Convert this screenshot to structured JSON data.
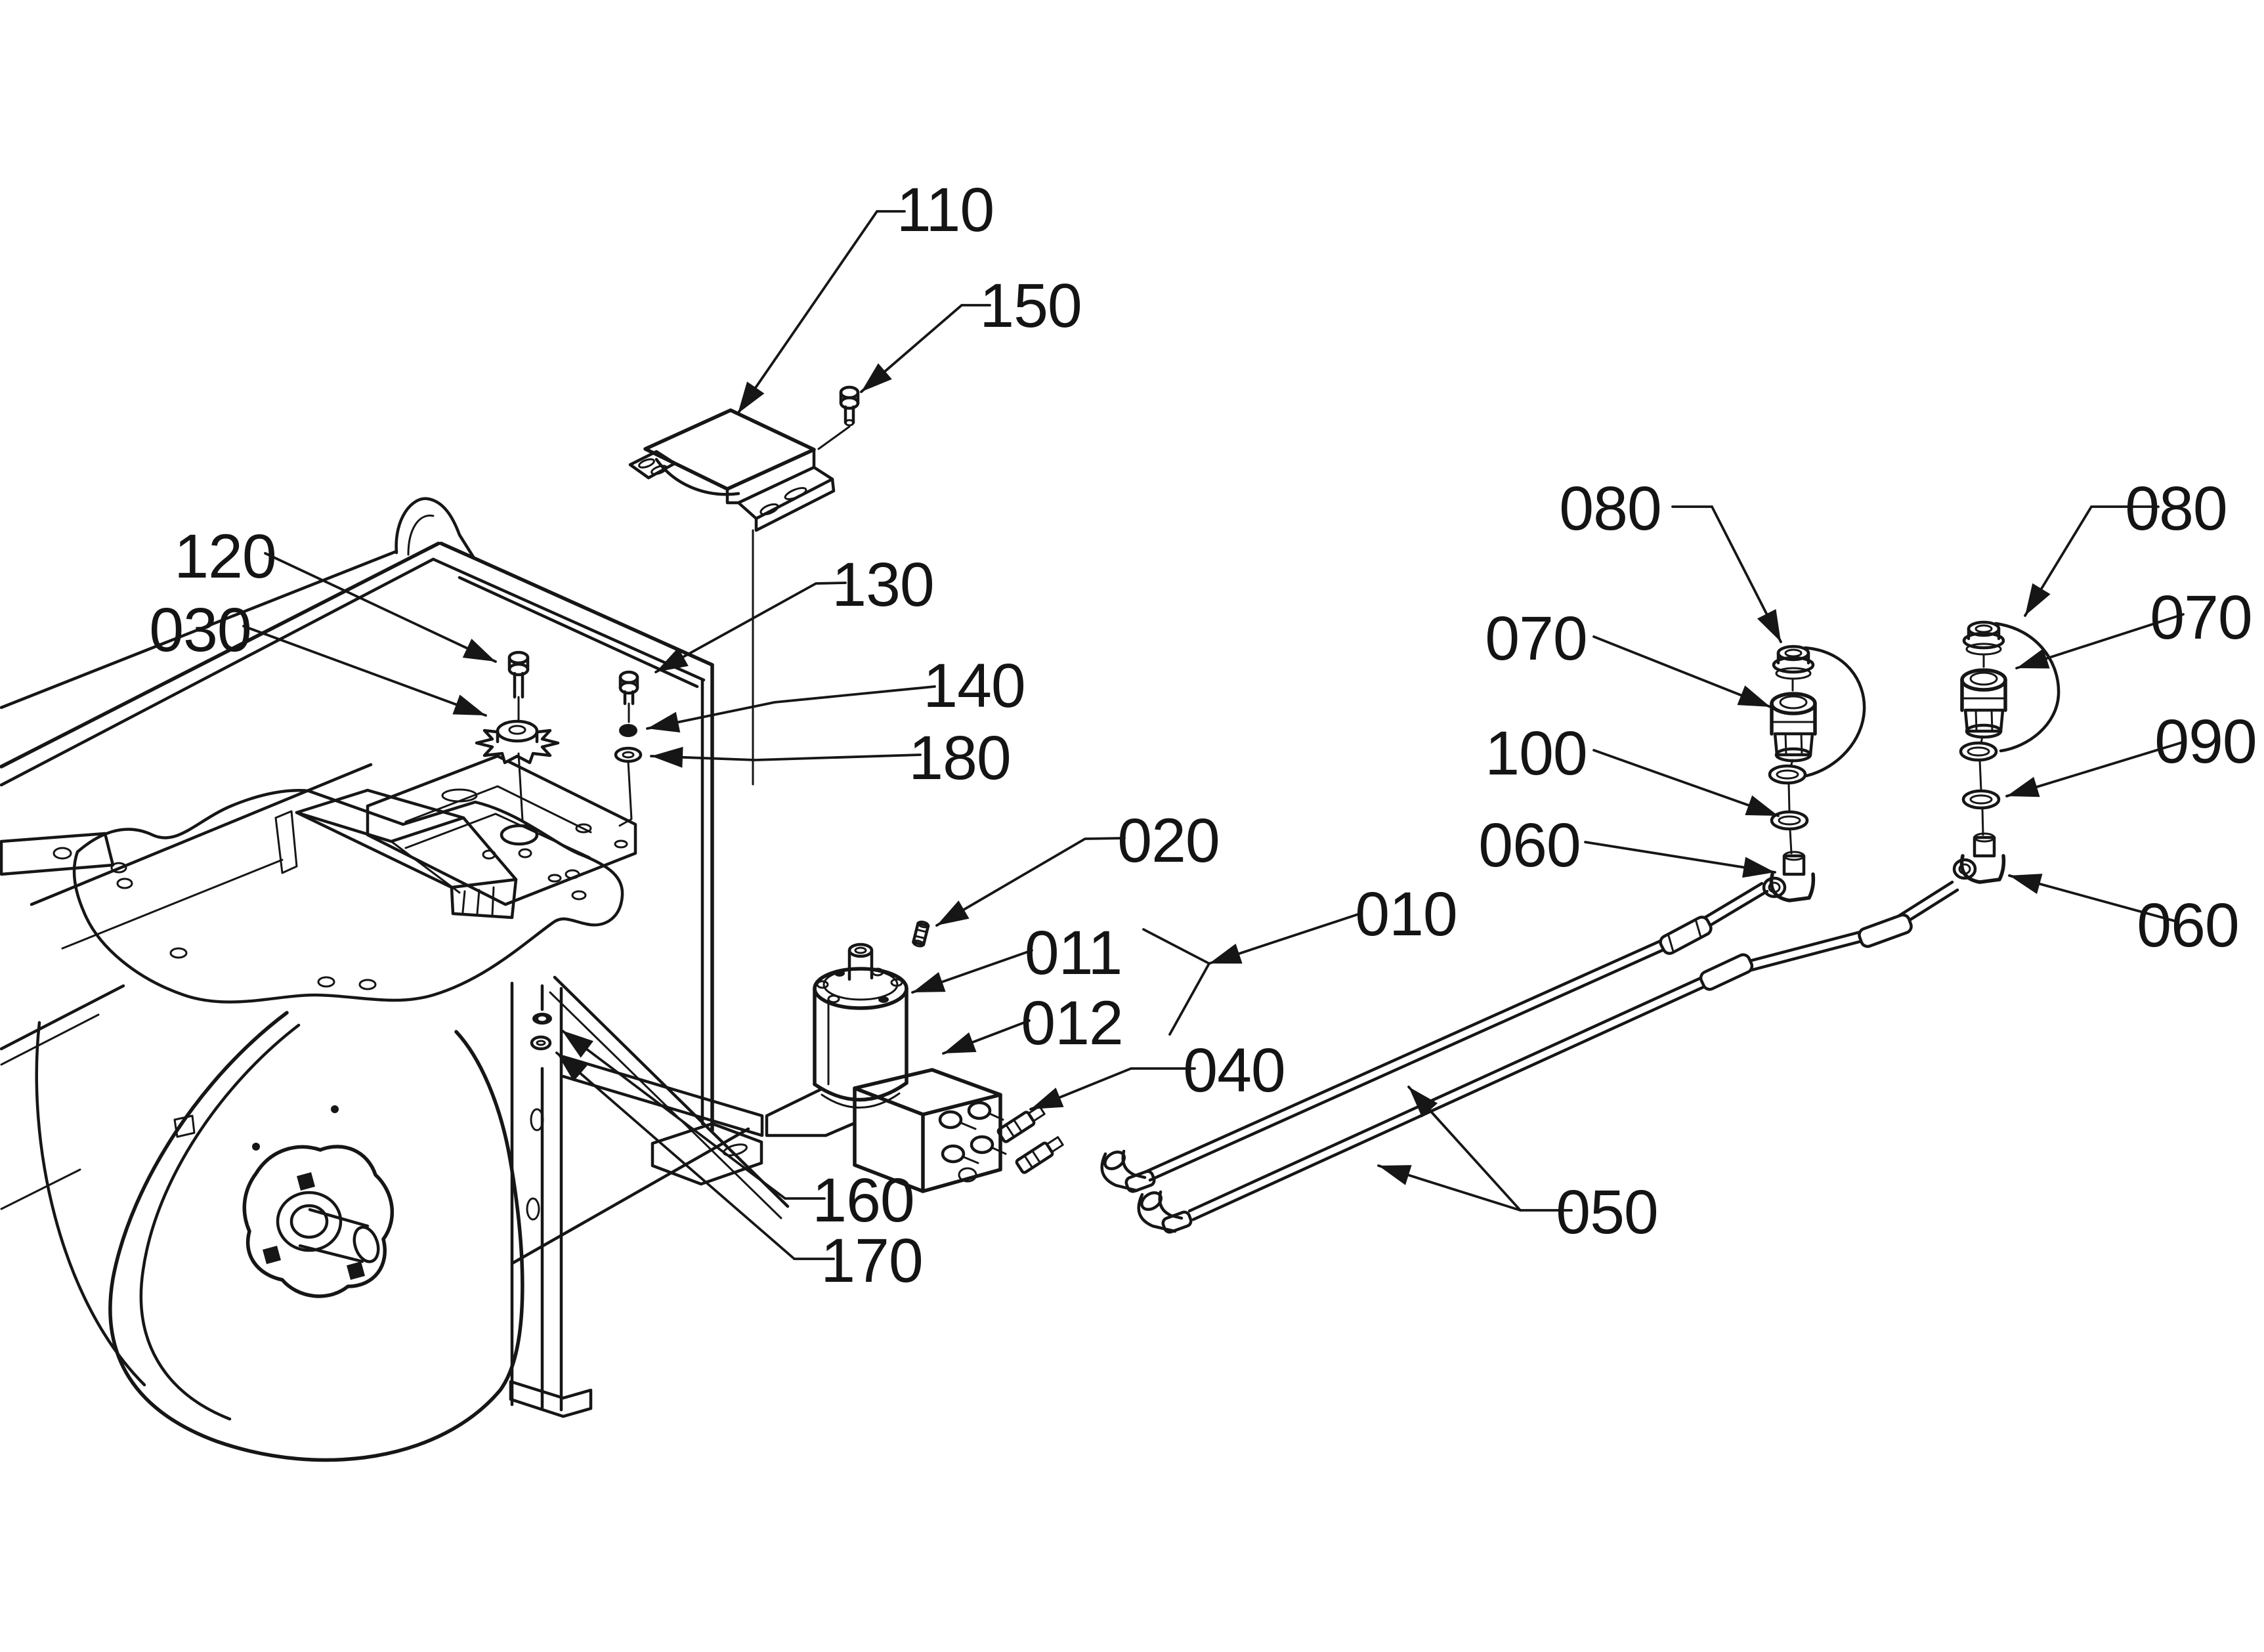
{
  "figure": {
    "type": "exploded-parts-diagram",
    "description": "Isometric exploded view of a hydraulic drive motor, valve block, hoses and quick couplers mounted on a machine frame",
    "background_color": "#ffffff",
    "line_color": "#161616",
    "callouts": [
      {
        "key": "110",
        "text": "110"
      },
      {
        "key": "150",
        "text": "150"
      },
      {
        "key": "120",
        "text": "120"
      },
      {
        "key": "030",
        "text": "030"
      },
      {
        "key": "130",
        "text": "130"
      },
      {
        "key": "140",
        "text": "140"
      },
      {
        "key": "180",
        "text": "180"
      },
      {
        "key": "020",
        "text": "020"
      },
      {
        "key": "011",
        "text": "011"
      },
      {
        "key": "012",
        "text": "012"
      },
      {
        "key": "010",
        "text": "010"
      },
      {
        "key": "040",
        "text": "040"
      },
      {
        "key": "160",
        "text": "160"
      },
      {
        "key": "170",
        "text": "170"
      },
      {
        "key": "050",
        "text": "050"
      },
      {
        "key": "080-left",
        "text": "080"
      },
      {
        "key": "070-left",
        "text": "070"
      },
      {
        "key": "100",
        "text": "100"
      },
      {
        "key": "060-left",
        "text": "060"
      },
      {
        "key": "080-right",
        "text": "080"
      },
      {
        "key": "070-right",
        "text": "070"
      },
      {
        "key": "090",
        "text": "090"
      },
      {
        "key": "060-right",
        "text": "060"
      }
    ]
  }
}
